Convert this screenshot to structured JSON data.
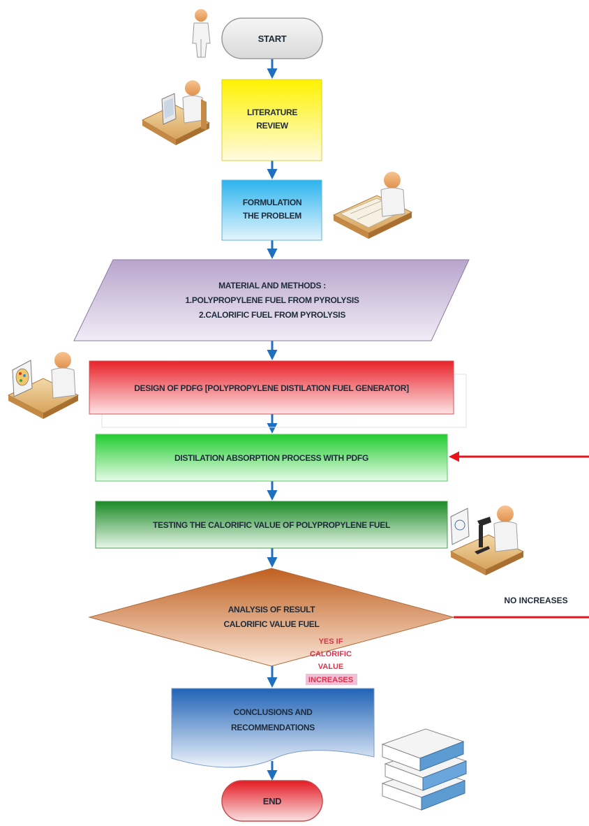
{
  "start": "START",
  "literature_review": [
    "LITERATURE",
    "REVIEW"
  ],
  "formulation": [
    "FORMULATION",
    "THE PROBLEM"
  ],
  "material_methods": [
    "MATERIAL AND METHODS :",
    "1.POLYPROPYLENE FUEL FROM PYROLYSIS",
    "2.CALORIFIC FUEL FROM PYROLYSIS"
  ],
  "design": "DESIGN OF PDFG [POLYPROPYLENE DISTILATION FUEL GENERATOR]",
  "distilation": "DISTILATION ABSORPTION PROCESS WITH PDFG",
  "testing": "TESTING THE CALORIFIC VALUE OF POLYPROPYLENE FUEL",
  "analysis": [
    "ANALYSIS OF RESULT",
    "CALORIFIC VALUE FUEL"
  ],
  "no_label": "NO INCREASES",
  "yes_label": [
    "YES IF",
    "CALORIFIC",
    "VALUE",
    "INCREASES"
  ],
  "conclusions": [
    "CONCLUSIONS AND",
    "RECOMMENDATIONS"
  ],
  "end": "END",
  "colors": {
    "arrow": "#1f6fbf",
    "loop": "#e8141c",
    "start_fill": "#e6e6e6",
    "literature_fill": "#fff200",
    "formulation_fill": "#2fb6ef",
    "material_fill": "#c8b7d6",
    "design_fill": "#e8232a",
    "distilation_fill": "#2fd23a",
    "testing_fill": "#1f8c2a",
    "analysis_fill": "#c8692a",
    "conclusions_fill": "#2a72c0",
    "end_fill": "#e31b23"
  },
  "icons": [
    "person-standing-icon",
    "person-at-computer-icon",
    "person-at-drafting-table-icon",
    "person-painting-icon",
    "scientist-microscope-icon",
    "book-stack-icon"
  ]
}
